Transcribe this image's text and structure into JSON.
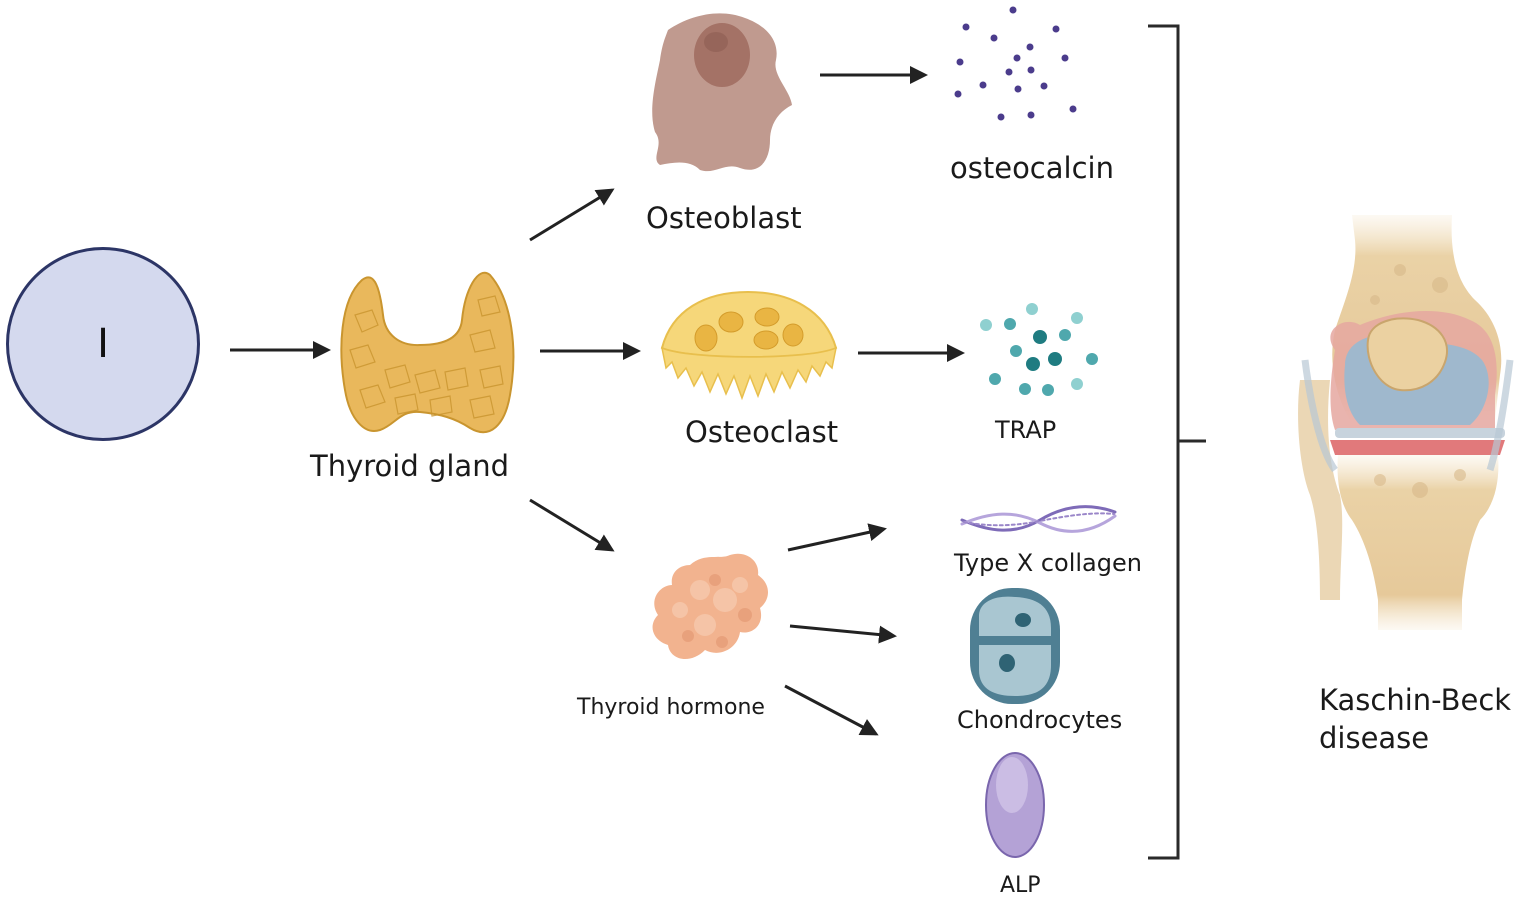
{
  "iodine_symbol": "I",
  "labels": {
    "thyroid_gland": "Thyroid gland",
    "osteoblast": "Osteoblast",
    "osteocalcin": "osteocalcin",
    "osteoclast": "Osteoclast",
    "trap": "TRAP",
    "thyroid_hormone": "Thyroid hormone",
    "type_x_collagen": "Type X collagen",
    "chondrocytes": "Chondrocytes",
    "alp": "ALP",
    "disease_line1": "Kaschin-Beck",
    "disease_line2": "disease"
  },
  "icons": [
    "iodine-circle",
    "thyroid-gland-icon",
    "osteoblast-icon",
    "osteocalcin-particles-icon",
    "osteoclast-icon",
    "trap-particles-icon",
    "thyroid-hormone-icon",
    "collagen-fiber-icon",
    "chondrocytes-icon",
    "alp-icon",
    "knee-joint-icon"
  ],
  "colors": {
    "iodine_fill": "#d4d9ee",
    "iodine_stroke": "#2c3566",
    "thyroid": "#e9b85c",
    "osteoblast": "#c09a8f",
    "osteocalcin": "#4b3c8c",
    "osteoclast": "#f6d77a",
    "trap": "#2e8f93",
    "hormone": "#f2b38f",
    "collagen": "#9a86c9",
    "chondrocyte": "#4f7f93",
    "alp": "#b4a2d6",
    "arrow": "#222222"
  }
}
